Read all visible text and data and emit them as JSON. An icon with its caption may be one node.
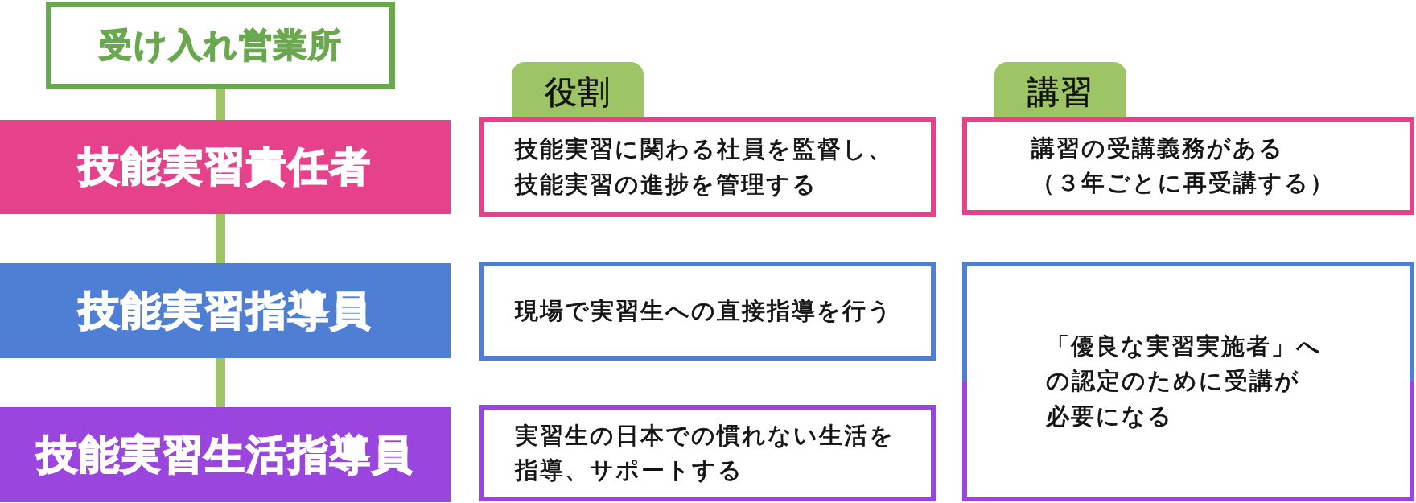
{
  "diagram": {
    "nodes": [
      {
        "text": [
          "受け入れ営業所"
        ]
      },
      {
        "text": [
          "役割"
        ]
      },
      {
        "text": [
          "講習"
        ]
      },
      {
        "text": [
          "技能実習責任者"
        ]
      },
      {
        "text": [
          "技能実習に関わる社員を監督し、技能実習の進捗を管理する"
        ]
      },
      {
        "text": [
          "講習の受講義務がある（３年ごとに再受講する）"
        ]
      },
      {
        "text": [
          "技能実習指導員"
        ]
      },
      {
        "text": [
          "現場で実習生への直接指導を行う"
        ]
      },
      {
        "text": [
          "「優良な実習実施者」への認定のために受講が必要になる"
        ]
      },
      {
        "text": [
          "技能実習生活指導員"
        ]
      },
      {
        "text": [
          "実習生の日本での慣れない生活を指導、サポートする"
        ]
      }
    ],
    "edges": [
      {
        "from": 0,
        "to": 3,
        "arrow": "none"
      },
      {
        "from": 3,
        "to": 6,
        "arrow": "none"
      },
      {
        "from": 6,
        "to": 9,
        "arrow": "none"
      }
    ]
  }
}
